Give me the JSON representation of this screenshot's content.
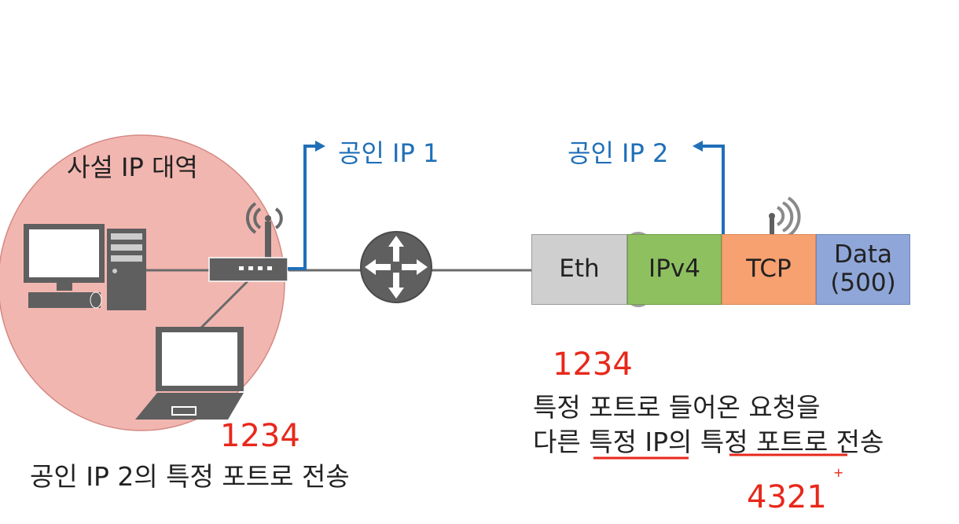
{
  "private_range_label": "사설 IP 대역",
  "public_ip_1_label": "공인 IP 1",
  "public_ip_2_label": "공인 IP 2",
  "packet": {
    "eth": "Eth",
    "ipv4": "IPv4",
    "tcp": "TCP",
    "data_line1": "Data",
    "data_line2": "(500)"
  },
  "left_port_number": "1234",
  "left_description": "공인 IP 2의 특정 포트로 전송",
  "right_port_number": "1234",
  "right_description_line1": "특정 포트로 들어온 요청을",
  "right_description_line2": "다른 특정 IP의 특정 포트로 전송",
  "target_port_number": "4321",
  "target_port_mark": "+",
  "colors": {
    "private_zone": "#f2b6b0",
    "link_blue": "#1f6fb8",
    "highlight_red": "#e8281b",
    "device_gray": "#5f5f5f"
  },
  "icons": [
    "desktop-computer-icon",
    "laptop-icon",
    "wifi-router-icon",
    "network-router-icon",
    "wifi-signal-icon"
  ]
}
